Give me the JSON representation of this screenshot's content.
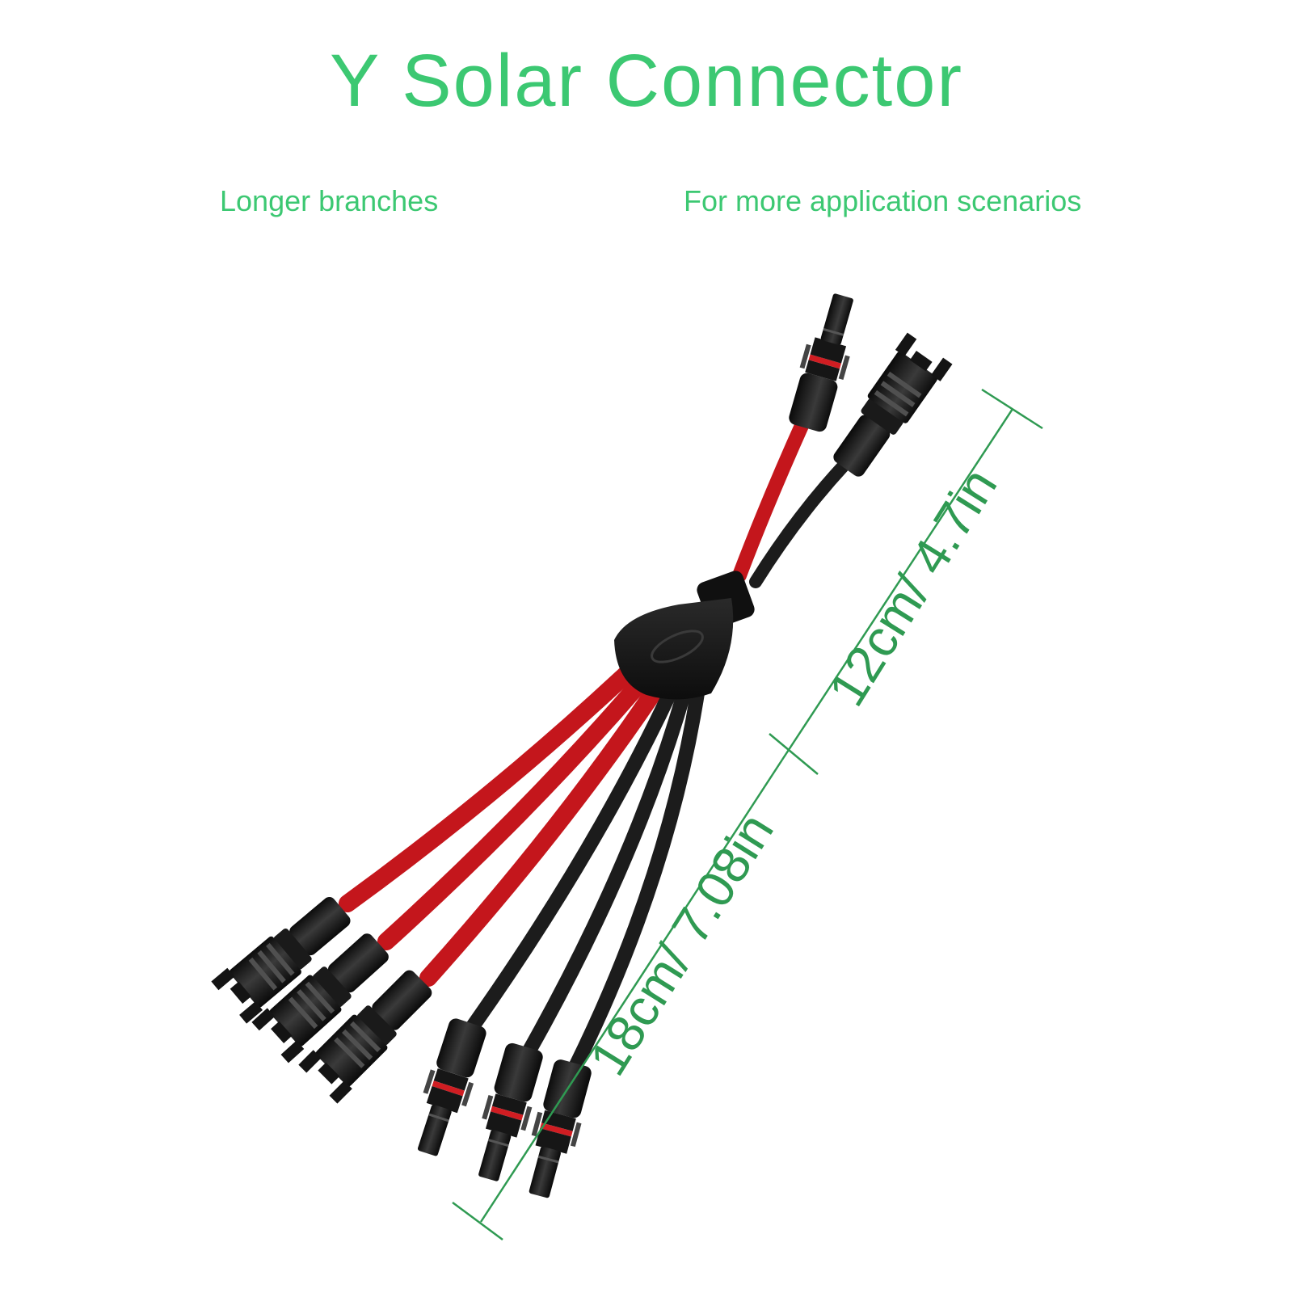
{
  "title": "Y Solar Connector",
  "subtitles": {
    "left": "Longer branches",
    "right": "For more application scenarios"
  },
  "dimensions": {
    "upper": "12cm/ 4.7in",
    "lower": "18cm/ 7.08in"
  },
  "colors": {
    "accent_green": "#3cc872",
    "dimension_green": "#2f9a52",
    "cable_red": "#c4161c",
    "cable_black": "#1c1c1c"
  }
}
